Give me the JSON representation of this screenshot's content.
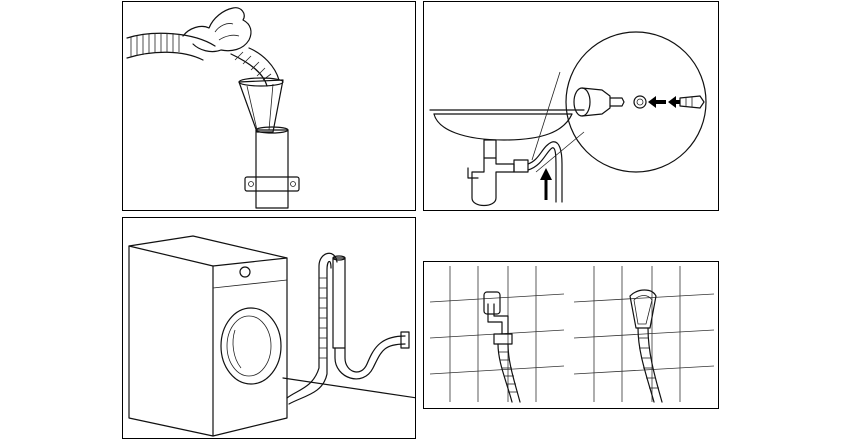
{
  "panels": [
    {
      "id": "hose-into-standpipe",
      "icons": [
        "hand",
        "drain-hose",
        "hose-guide",
        "standpipe",
        "pipe-clamp"
      ]
    },
    {
      "id": "hose-to-sink-trap",
      "icons": [
        "sink-basin",
        "siphon-trap",
        "drain-hose",
        "up-arrow",
        "detail-magnifier",
        "left-arrow"
      ]
    },
    {
      "id": "hose-over-edge",
      "icons": [
        "washing-machine",
        "porthole-door",
        "drain-hose",
        "hose-guide",
        "drain-pipe"
      ]
    },
    {
      "id": "hose-wall-outlets",
      "icons": [
        "tiled-wall",
        "wall-outlet",
        "hose-guide"
      ]
    }
  ]
}
